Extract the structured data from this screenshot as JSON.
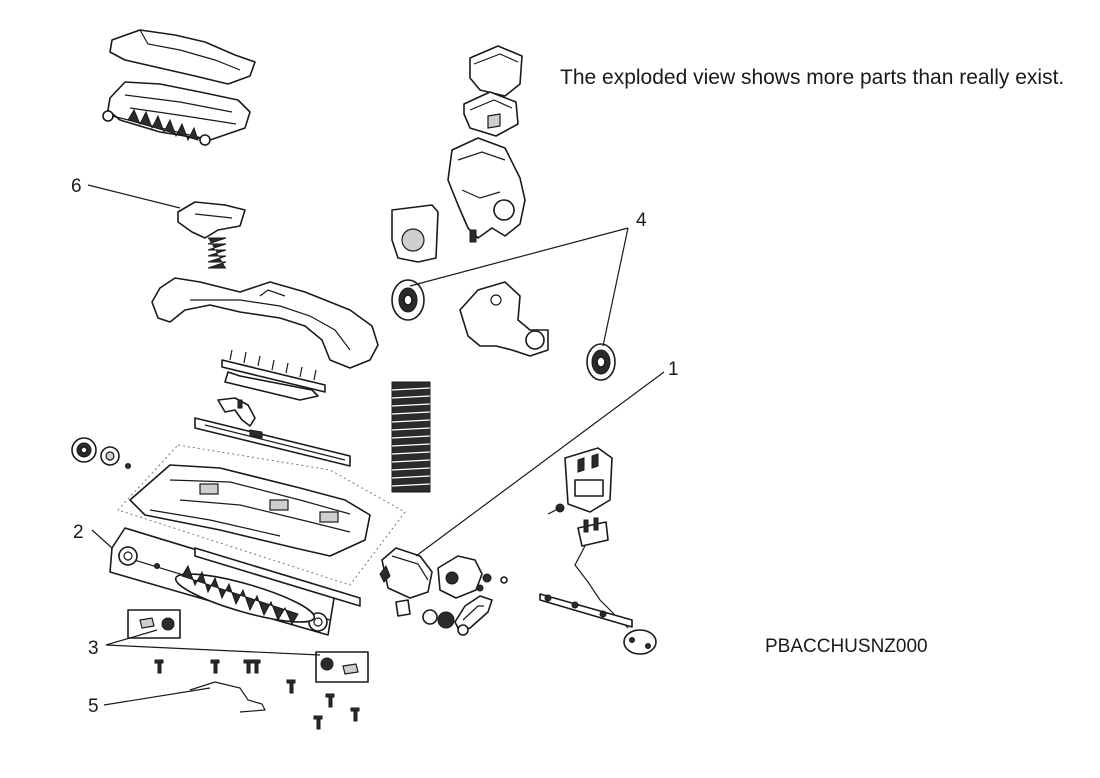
{
  "note": "The exploded view shows more parts than really exist.",
  "part_code": "PBACCHUSNZ000",
  "callouts": {
    "c1": "1",
    "c2": "2",
    "c3": "3",
    "c4": "4",
    "c5": "5",
    "c6": "6"
  }
}
